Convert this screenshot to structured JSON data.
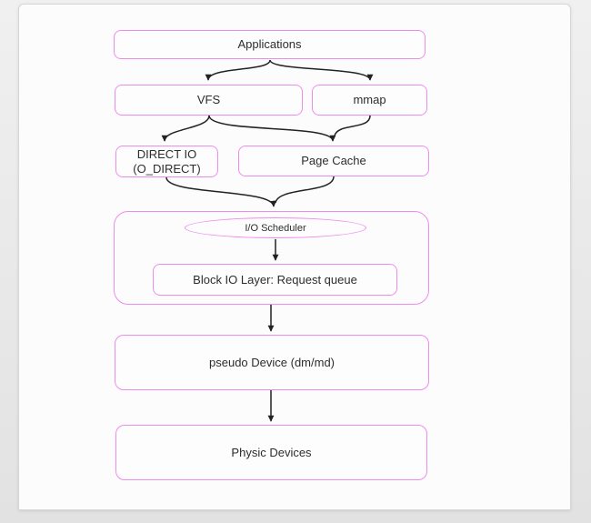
{
  "diagram": {
    "nodes": {
      "applications": {
        "label": "Applications"
      },
      "vfs": {
        "label": "VFS"
      },
      "mmap": {
        "label": "mmap"
      },
      "direct_io": {
        "label_line1": "DIRECT IO",
        "label_line2": "(O_DIRECT)"
      },
      "page_cache": {
        "label": "Page Cache"
      },
      "io_scheduler": {
        "label": "I/O Scheduler"
      },
      "block_io_layer": {
        "label": "Block IO Layer: Request queue"
      },
      "pseudo_device": {
        "label": "pseudo Device (dm/md)"
      },
      "physic_devices": {
        "label": "Physic Devices"
      }
    },
    "edges": [
      {
        "from": "applications",
        "to": "vfs"
      },
      {
        "from": "applications",
        "to": "mmap"
      },
      {
        "from": "vfs",
        "to": "direct_io"
      },
      {
        "from": "vfs",
        "to": "page_cache"
      },
      {
        "from": "mmap",
        "to": "page_cache"
      },
      {
        "from": "direct_io",
        "to": "io_scheduler"
      },
      {
        "from": "page_cache",
        "to": "io_scheduler"
      },
      {
        "from": "io_scheduler",
        "to": "block_io_layer"
      },
      {
        "from": "block_io_layer",
        "to": "pseudo_device"
      },
      {
        "from": "pseudo_device",
        "to": "physic_devices"
      }
    ],
    "colors": {
      "node_border": "#ee8cee",
      "arrow": "#222222",
      "text": "#2d2d2d",
      "page_background": "#fcfcfc",
      "canvas_background": "#e9e9e9"
    }
  }
}
